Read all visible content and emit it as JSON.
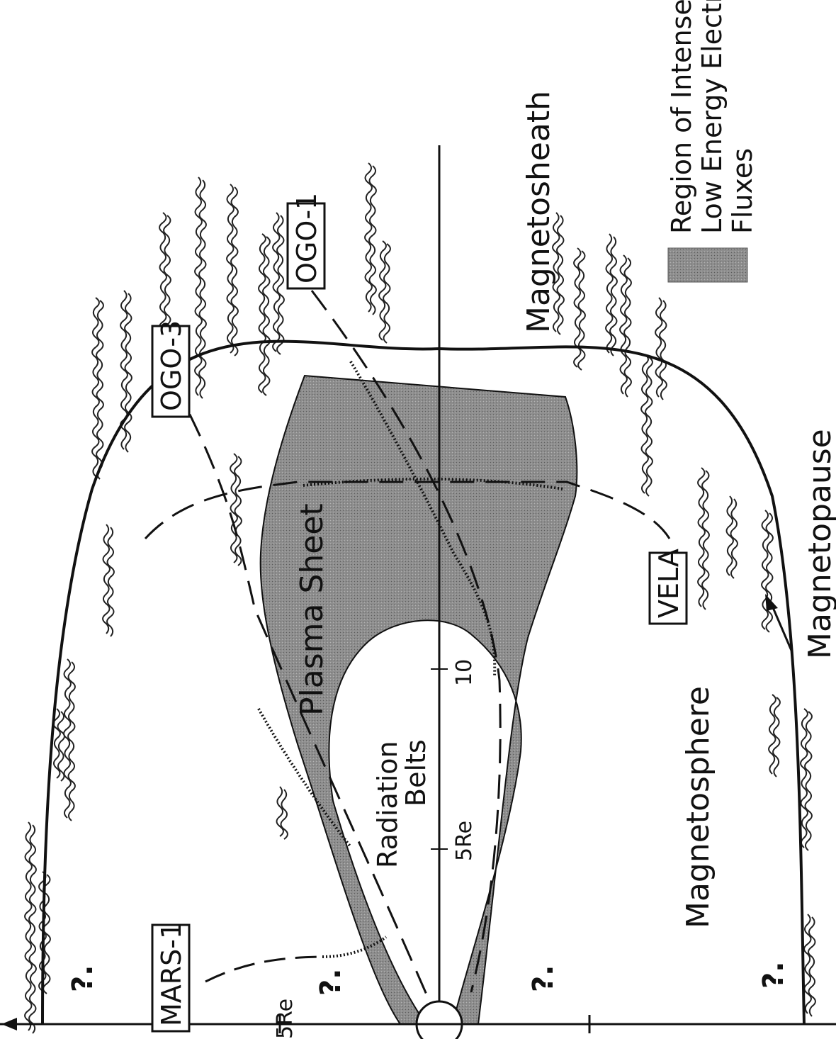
{
  "labels": {
    "magnetosheath": "Magnetosheath",
    "magnetosphere": "Magnetosphere",
    "magnetopause": "Magnetopause",
    "plasma_sheet": "Plasma Sheet",
    "radiation": "Radiation",
    "belts": "Belts",
    "scale_5re_inner": "5Re",
    "scale_10": "10",
    "scale_5re_axis": "5Re",
    "unknown_mark": "?."
  },
  "spacecraft": {
    "ogo3": "OGO-3",
    "ogo1": "OGO-1",
    "vela": "VELA",
    "mars1": "MARS-1"
  },
  "legend": {
    "line1": "Region of Intense",
    "line2": "Low Energy Electron",
    "line3": "Fluxes"
  },
  "colors": {
    "ink": "#111111",
    "shaded_region": "#8a8a8a",
    "background": "#ffffff"
  }
}
